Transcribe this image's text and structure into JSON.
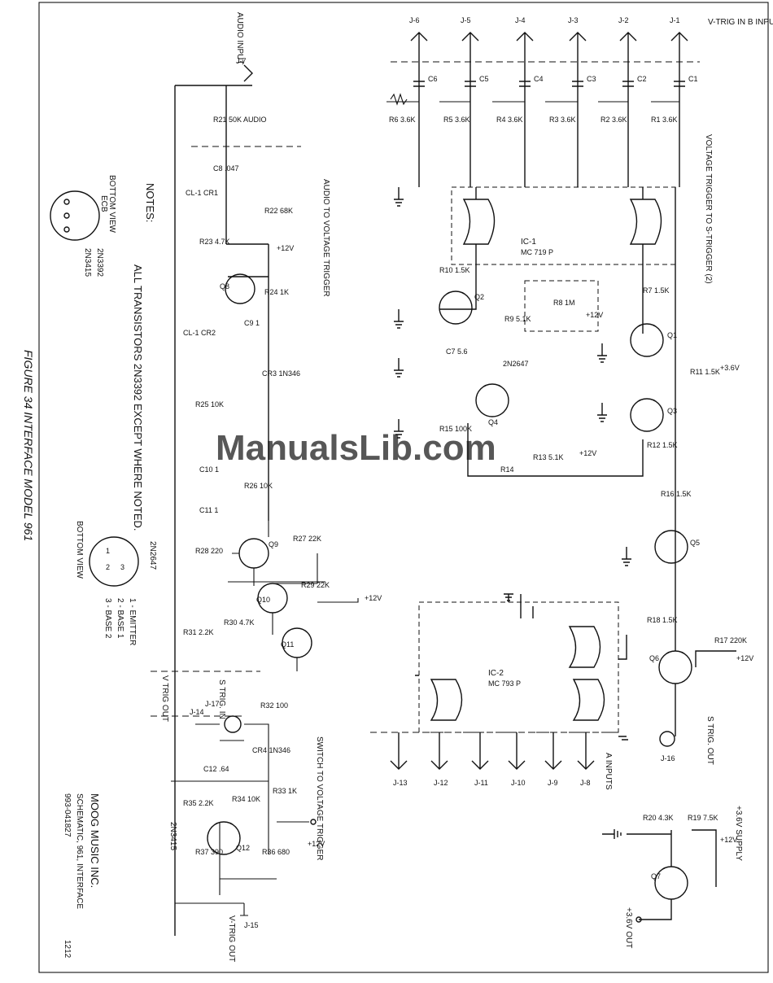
{
  "title": "FIGURE 34 INTERFACE MODEL 961",
  "company": "MOOG MUSIC INC.",
  "schematic_name": "SCHEMATIC, 961, INTERFACE",
  "part_number": "993-041827",
  "sheet_number": "1212",
  "watermark": "ManualsLib.com",
  "notes_heading": "NOTES:",
  "notes_text": "ALL TRANSISTORS 2N3392 EXCEPT WHERE NOTED.",
  "sections": {
    "vtrig_b_inputs": "V-TRIG IN B INPUTS",
    "vtrig_to_strig": "VOLTAGE TRIGGER TO S-TRIGGER (2)",
    "audio_input": "AUDIO INPUT",
    "audio_to_vtrig": "AUDIO TO VOLTAGE TRIGGER",
    "switch_to_vtrig": "SWITCH TO VOLTAGE TRIGGER",
    "a_inputs": "A INPUTS",
    "s_trig_out": "S TRIG. OUT",
    "s_trig_in": "S TRIG. IN",
    "v_trig_out_left": "V TRIG OUT",
    "v_trig_out_bottom": "V-TRIG OUT",
    "supply_label": "+3.6V SUPPLY",
    "supply_out": "+3.6V OUT"
  },
  "pinout_ecb": {
    "title": "ECB",
    "view": "BOTTOM VIEW",
    "parts": [
      "2N3392",
      "2N3415"
    ]
  },
  "pinout_2n2647": {
    "title": "2N2647",
    "view": "BOTTOM VIEW",
    "pins": [
      "1 - EMITTER",
      "2 - BASE 1",
      "3 - BASE 2"
    ]
  },
  "ics": {
    "ic1": [
      "IC-1",
      "MC 719 P"
    ],
    "ic2": [
      "IC-2",
      "MC 793 P"
    ]
  },
  "jacks_b": [
    "J-6",
    "J-5",
    "J-4",
    "J-3",
    "J-2",
    "J-1"
  ],
  "jacks_a": [
    "J-13",
    "J-12",
    "J-11",
    "J-10",
    "J-9",
    "J-8"
  ],
  "other_jacks": [
    "J-7",
    "J-14",
    "J-15",
    "J-16",
    "J-17"
  ],
  "b_input_caps": [
    "C6",
    "C5",
    "C4",
    "C3",
    "C2",
    "C1"
  ],
  "b_input_resistors": [
    "R6 3.6K",
    "R5 3.6K",
    "R4 3.6K",
    "R3 3.6K",
    "R2 3.6K",
    "R1 3.6K"
  ],
  "trigger_components": [
    "R7 1.5K",
    "R8 1M",
    "R9 5.1K",
    "R10 1.5K",
    "R11 1.5K",
    "R12 1.5K",
    "R13 5.1K",
    "R14",
    "R15 100K",
    "R16 1.5K",
    "R17 220K",
    "R18 1.5K",
    "C7 5.6"
  ],
  "transistors": [
    "Q1",
    "Q2",
    "Q3",
    "Q4",
    "Q5",
    "Q6",
    "Q7",
    "Q8",
    "Q9",
    "Q10",
    "Q11",
    "Q12"
  ],
  "q4_part": "2N2647",
  "q12_part": "2N3415",
  "audio_components": [
    "R21 50K AUDIO",
    "C8 .047",
    "CL-1 CR1",
    "R22 68K",
    "R23 4.7K",
    "R24 1K",
    "C9 1",
    "CL-1 CR2",
    "CR3 1N346",
    "R25 10K",
    "C10 1",
    "R26 10K",
    "C11 1",
    "R27 22K",
    "R28 220",
    "R29 22K",
    "R30 4.7K",
    "R31 2.2K"
  ],
  "switch_components": [
    "R32 100",
    "CR4 1N346",
    "C12 .64",
    "R33 1K",
    "R34 10K",
    "R35 2.2K",
    "R36 680",
    "R37 390"
  ],
  "supply_components": [
    "R19 7.5K",
    "R20 4.3K"
  ],
  "rail_labels": [
    "+12V",
    "+3.6V"
  ]
}
